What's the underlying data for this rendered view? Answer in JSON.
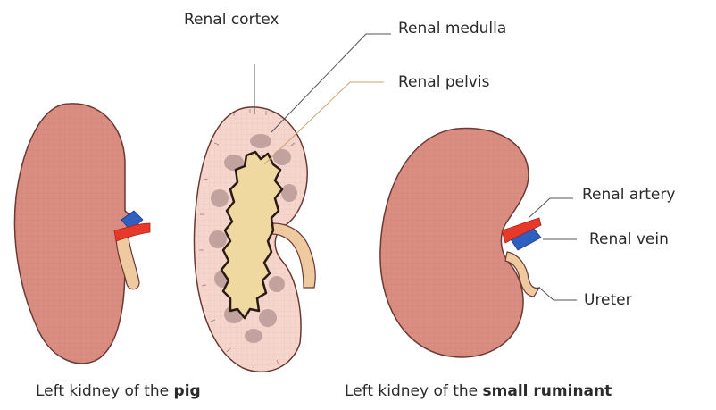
{
  "labels": {
    "renal_cortex": "Renal cortex",
    "renal_medulla": "Renal medulla",
    "renal_pelvis": "Renal pelvis",
    "renal_artery": "Renal artery",
    "renal_vein": "Renal vein",
    "ureter": "Ureter"
  },
  "captions": {
    "pig_prefix": "Left kidney of the ",
    "pig_bold": "pig",
    "ruminant_prefix": "Left kidney of the ",
    "ruminant_bold": "small ruminant"
  },
  "colors": {
    "kidney_fill": "#dc8d82",
    "kidney_outline": "#6a3a34",
    "cortex_fill": "#f6d6cc",
    "pelvis_fill": "#f0d9a0",
    "ureter_fill": "#efc9a0",
    "artery": "#e8382a",
    "vein": "#2f5fc0"
  }
}
